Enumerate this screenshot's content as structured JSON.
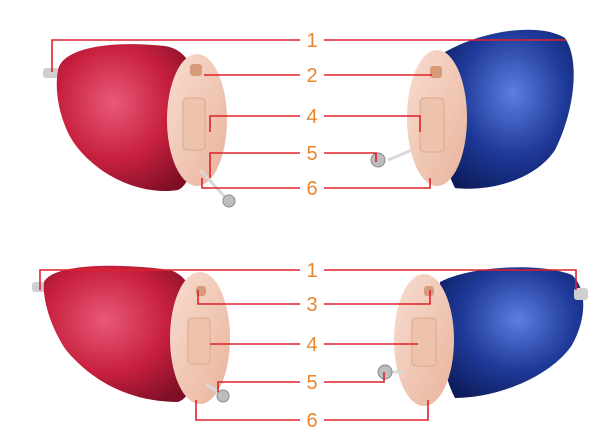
{
  "colors": {
    "leader_line": "#e0212b",
    "label_text": "#e8862f",
    "left_shell": "#c8203f",
    "right_shell": "#1f3a9a",
    "faceplate": "#f2c9b4"
  },
  "top_panel": {
    "labels": [
      "1",
      "2",
      "4",
      "5",
      "6"
    ]
  },
  "bottom_panel": {
    "labels": [
      "1",
      "3",
      "4",
      "5",
      "6"
    ]
  }
}
